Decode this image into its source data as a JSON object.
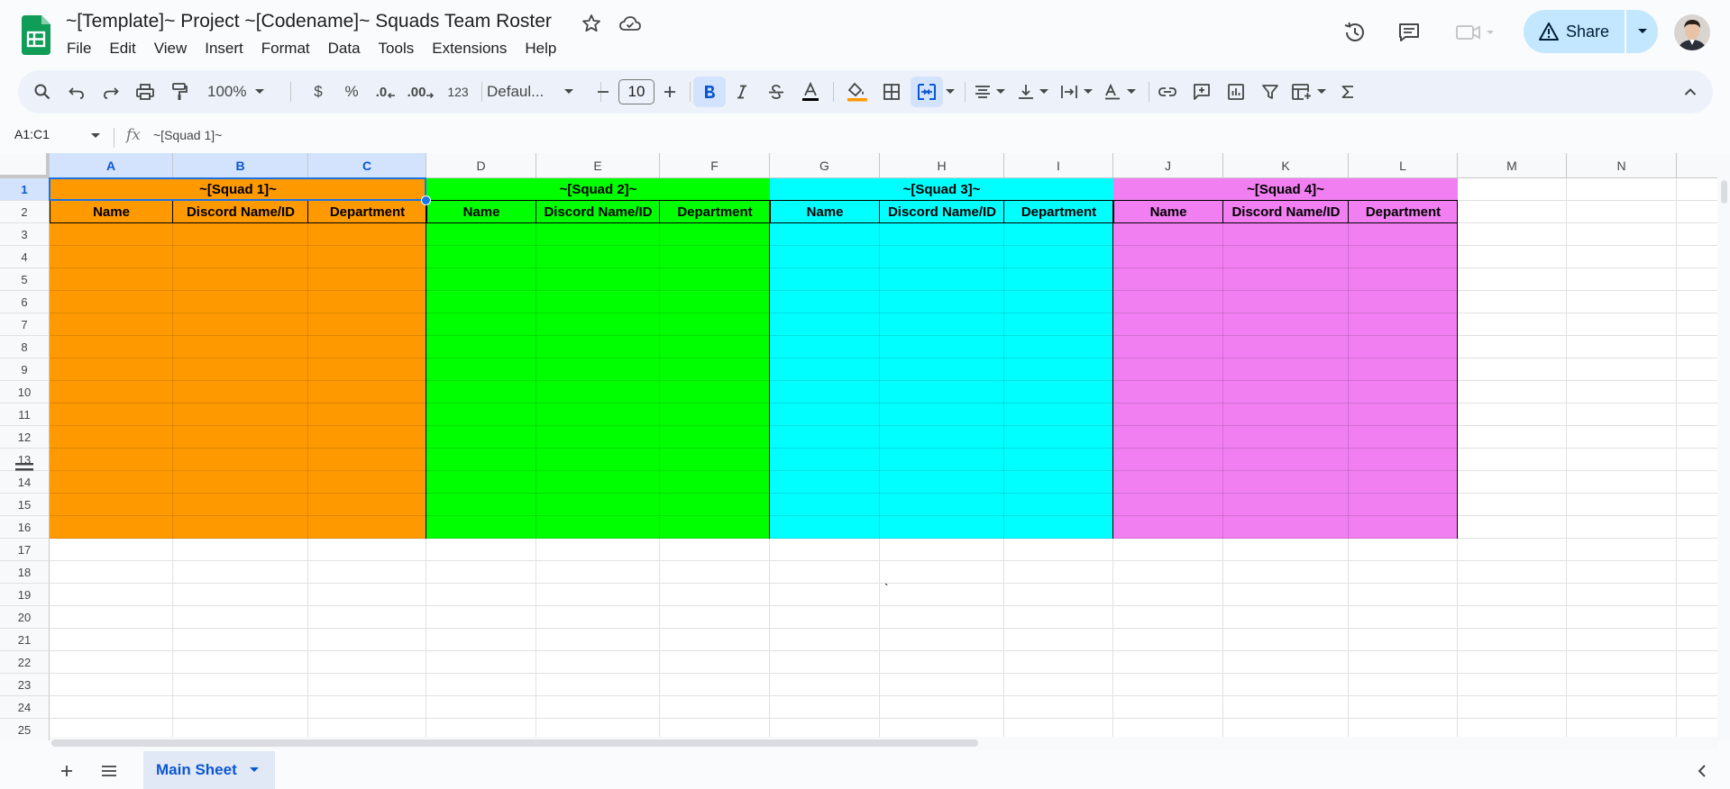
{
  "document": {
    "title": "~[Template]~ Project ~[Codename]~ Squads Team Roster"
  },
  "menu": [
    "File",
    "Edit",
    "View",
    "Insert",
    "Format",
    "Data",
    "Tools",
    "Extensions",
    "Help"
  ],
  "share": {
    "label": "Share"
  },
  "toolbar": {
    "zoom": "100%",
    "currency": "$",
    "percent": "%",
    "decrease_decimal": ".0",
    "increase_decimal": ".00",
    "number_format": "123",
    "font": "Defaul...",
    "font_size": "10"
  },
  "formula_bar": {
    "name_box": "A1:C1",
    "fx": "fx",
    "content": "~[Squad 1]~"
  },
  "grid": {
    "columns": [
      "A",
      "B",
      "C",
      "D",
      "E",
      "F",
      "G",
      "H",
      "I",
      "J",
      "K",
      "L",
      "M",
      "N"
    ],
    "rows": [
      "1",
      "2",
      "3",
      "4",
      "5",
      "6",
      "7",
      "8",
      "9",
      "10",
      "11",
      "12",
      "13",
      "14",
      "15",
      "16",
      "17",
      "18",
      "19",
      "20",
      "21",
      "22",
      "23",
      "24",
      "25"
    ],
    "squads": [
      {
        "title": "~[Squad 1]~",
        "color": "#ff9900",
        "headers": [
          "Name",
          "Discord Name/ID",
          "Department"
        ]
      },
      {
        "title": "~[Squad 2]~",
        "color": "#00ff00",
        "headers": [
          "Name",
          "Discord Name/ID",
          "Department"
        ]
      },
      {
        "title": "~[Squad 3]~",
        "color": "#00ffff",
        "headers": [
          "Name",
          "Discord Name/ID",
          "Department"
        ]
      },
      {
        "title": "~[Squad 4]~",
        "color": "#f17ff1",
        "headers": [
          "Name",
          "Discord Name/ID",
          "Department"
        ]
      }
    ],
    "stray_cell_text": "`"
  },
  "sheets": [
    {
      "name": "Main Sheet",
      "active": true
    }
  ],
  "colors": {
    "accent": "#0b57d0",
    "selection": "#1a73e8",
    "share_bg": "#c2e7ff",
    "toolbar_bg": "#edf2fa",
    "sheets_green": "#0f9d58"
  }
}
